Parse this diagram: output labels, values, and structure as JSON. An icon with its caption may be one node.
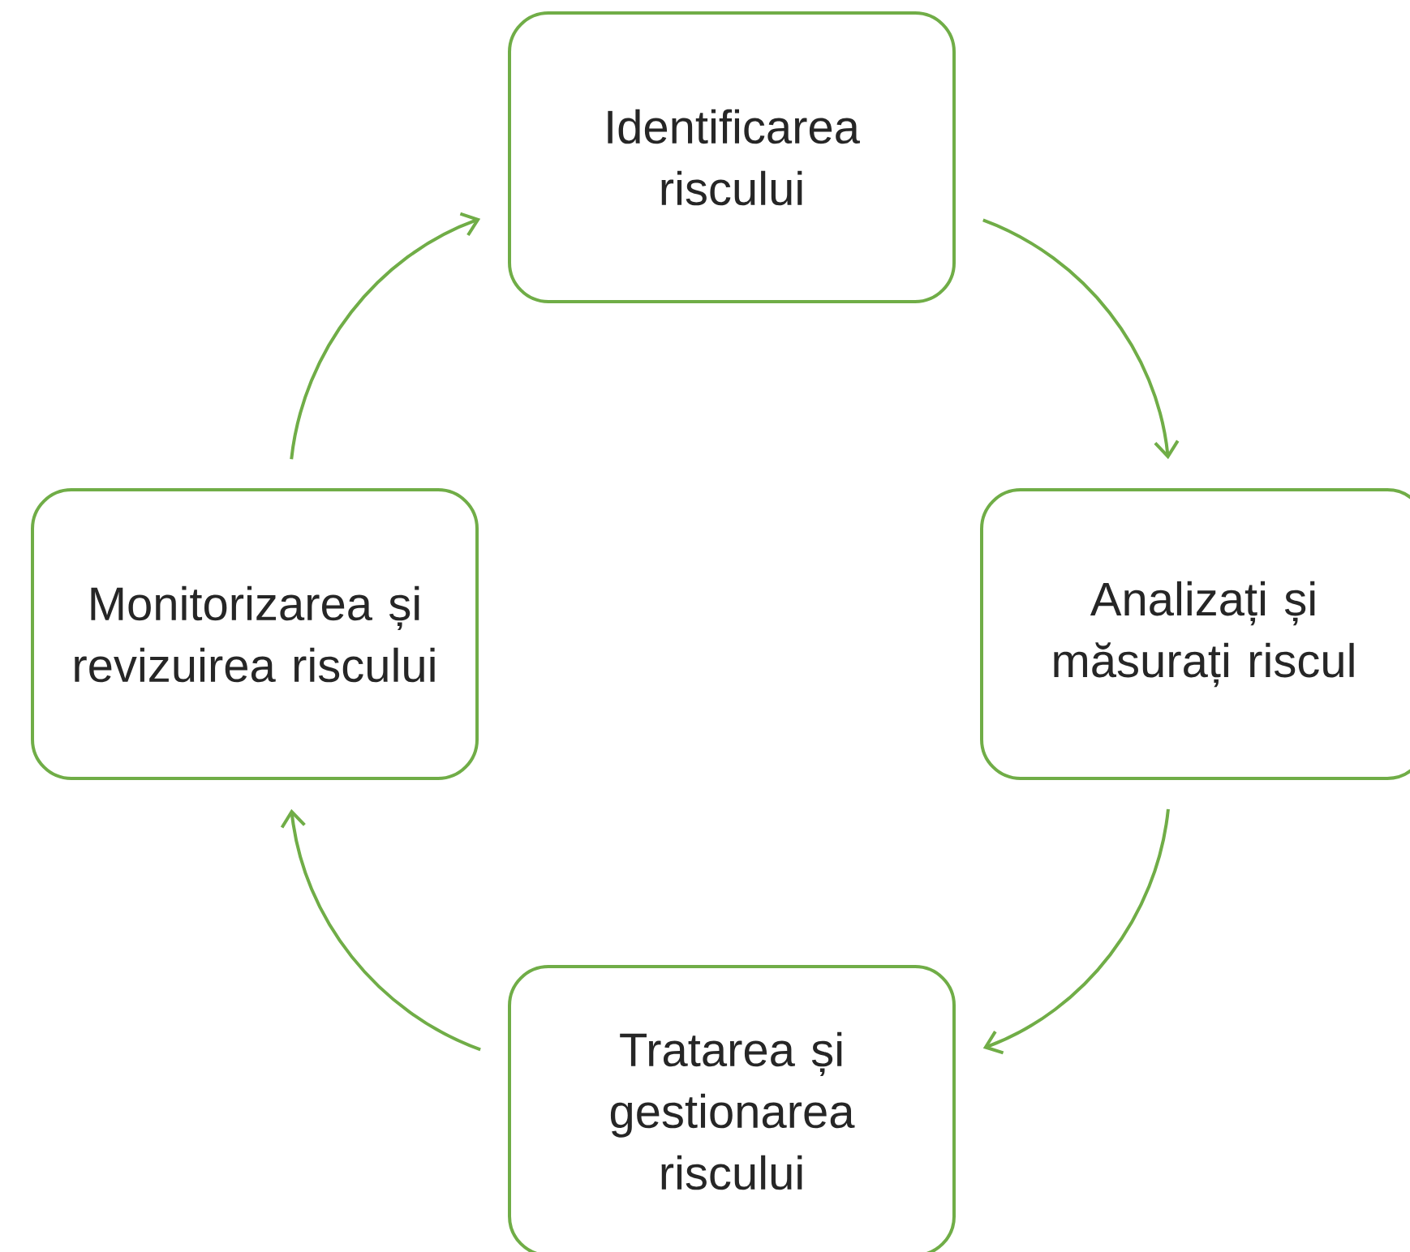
{
  "diagram": {
    "nodes": [
      {
        "text": [
          "Identificarea riscului"
        ]
      },
      {
        "text": [
          "Analizați și măsurați riscul"
        ]
      },
      {
        "text": [
          "Tratarea și gestionarea riscului"
        ]
      },
      {
        "text": [
          "Monitorizarea și revizuirea riscului"
        ]
      }
    ],
    "edges": [
      {
        "from": 0,
        "to": 1,
        "arrow": "to"
      },
      {
        "from": 1,
        "to": 2,
        "arrow": "to"
      },
      {
        "from": 2,
        "to": 3,
        "arrow": "to"
      },
      {
        "from": 3,
        "to": 0,
        "arrow": "to"
      }
    ]
  }
}
